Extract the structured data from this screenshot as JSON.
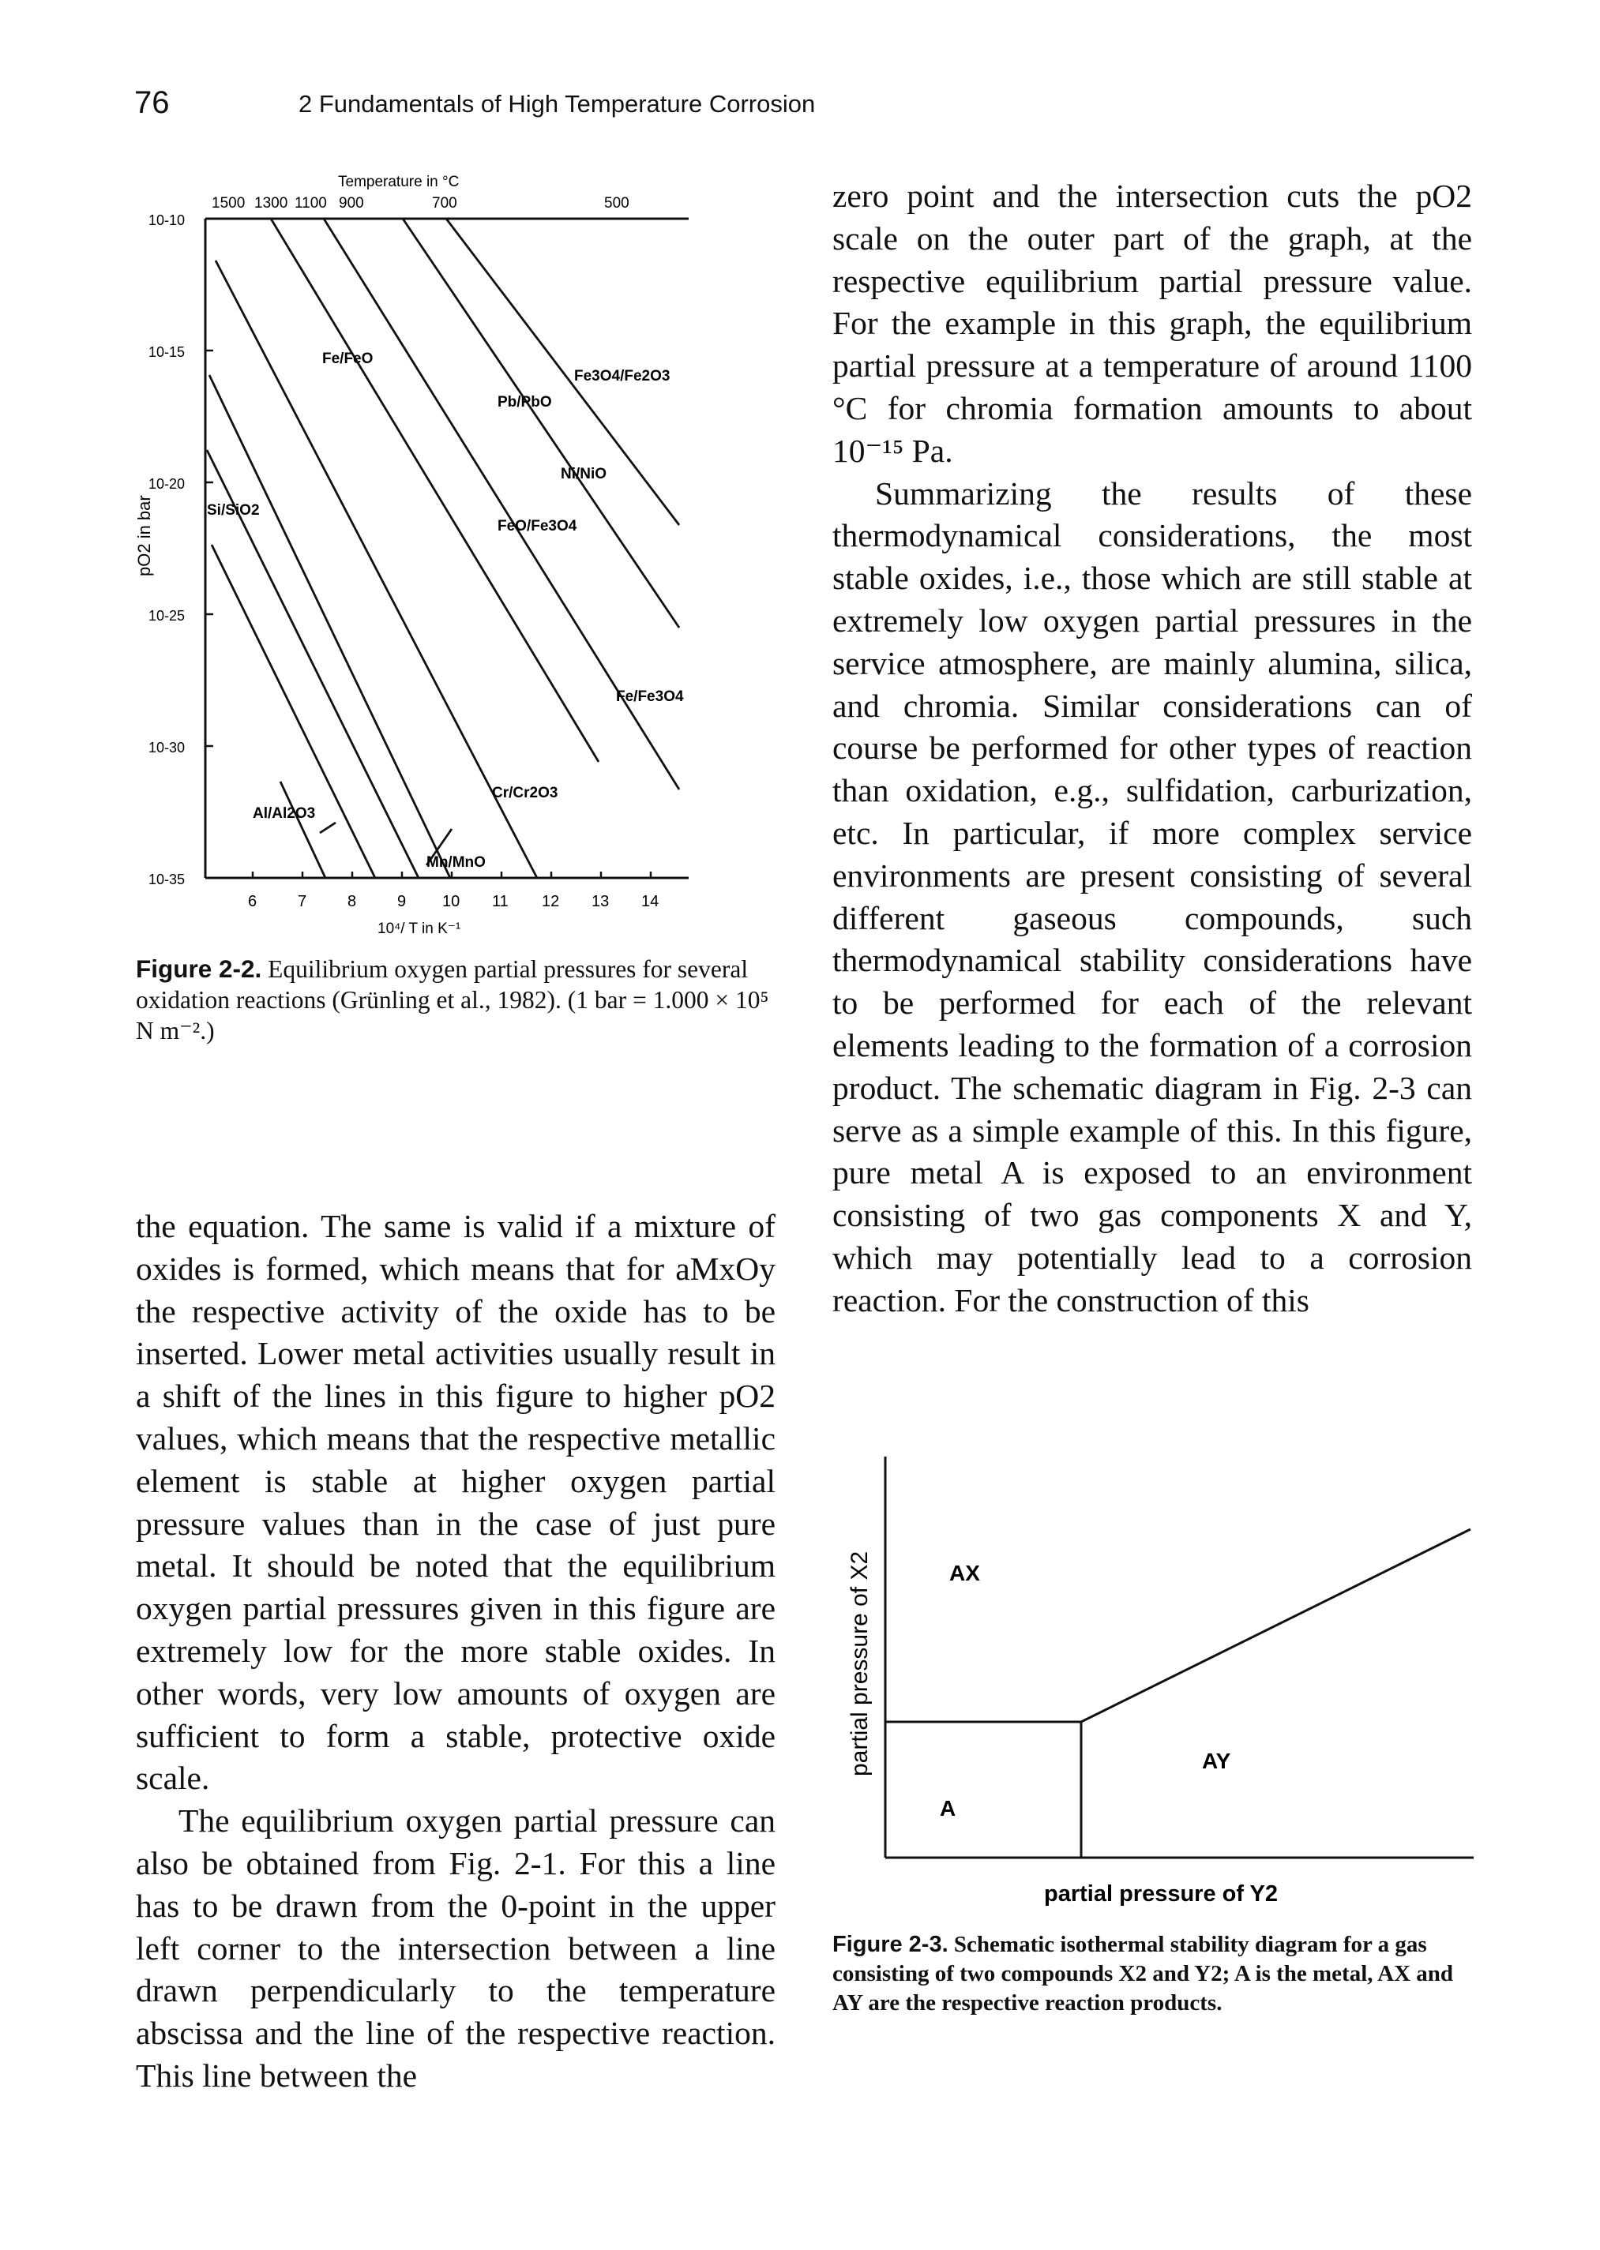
{
  "header": {
    "page_number": "76",
    "running_title": "2 Fundamentals of High Temperature Corrosion"
  },
  "figure_2_2": {
    "title": "Temperature in °C",
    "top_ticks": [
      "1500",
      "1300",
      "1100",
      "900",
      "700",
      "500"
    ],
    "y_label": "pO2 in bar",
    "y_ticks": [
      "10-10",
      "10-15",
      "10-20",
      "10-25",
      "10-30",
      "10-35"
    ],
    "x_label": "10⁴/ T in K⁻¹",
    "x_ticks": [
      "6",
      "7",
      "8",
      "9",
      "10",
      "11",
      "12",
      "13",
      "14"
    ],
    "line_labels": [
      "Fe/FeO",
      "Fe3O4/Fe2O3",
      "Pb/PbO",
      "Ni/NiO",
      "FeO/Fe3O4",
      "Si/SiO2",
      "Fe/Fe3O4",
      "Cr/Cr2O3",
      "Al/Al2O3",
      "Mn/MnO"
    ],
    "caption": {
      "label": "Figure 2-2.",
      "text": "Equilibrium oxygen partial pressures for several oxidation reactions (Grünling et al., 1982). (1 bar = 1.000 × 10⁵ N m⁻².)"
    }
  },
  "left_column": {
    "paragraph_1": "the equation. The same is valid if a mixture of oxides is formed, which means that for aMxOy the respective activity of the oxide has to be inserted. Lower metal activities usually result in a shift of the lines in this figure to higher pO2 values, which means that the respective metallic element is stable at higher oxygen partial pressure values than in the case of just pure metal. It should be noted that the equilibrium oxygen partial pressures given in this figure are extremely low for the more stable oxides. In other words, very low amounts of oxygen are sufficient to form a stable, protective oxide scale.",
    "paragraph_2": "The equilibrium oxygen partial pressure can also be obtained from Fig. 2-1. For this a line has to be drawn from the 0-point in the upper left corner to the intersection between a line drawn perpendicularly to the temperature abscissa and the line of the respective reaction. This line between the"
  },
  "right_column": {
    "paragraph_1": "zero point and the intersection cuts the pO2 scale on the outer part of the graph, at the respective equilibrium partial pressure value. For the example in this graph, the equilibrium partial pressure at a temperature of around 1100 °C for chromia formation amounts to about 10⁻¹⁵ Pa.",
    "paragraph_2": "Summarizing the results of these thermodynamical considerations, the most stable oxides, i.e., those which are still stable at extremely low oxygen partial pressures in the service atmosphere, are mainly alumina, silica, and chromia. Similar considerations can of course be performed for other types of reaction than oxidation, e.g., sulfidation, carburization, etc. In particular, if more complex service environments are present consisting of several different gaseous compounds, such thermodynamical stability considerations have to be performed for each of the relevant elements leading to the formation of a corrosion product. The schematic diagram in Fig. 2-3 can serve as a simple example of this. In this figure, pure metal A is exposed to an environment consisting of two gas components X and Y, which may potentially lead to a corrosion reaction. For the construction of this"
  },
  "figure_2_3": {
    "y_label": "partial pressure of X2",
    "x_label": "partial pressure of Y2",
    "regions": [
      "AX",
      "A",
      "AY"
    ],
    "caption": {
      "label": "Figure 2-3.",
      "text": "Schematic isothermal stability diagram for a gas consisting of two compounds X2 and Y2; A is the metal, AX and AY are the respective reaction products."
    }
  },
  "colors": {
    "ink": "#111111",
    "paper": "#ffffff"
  }
}
